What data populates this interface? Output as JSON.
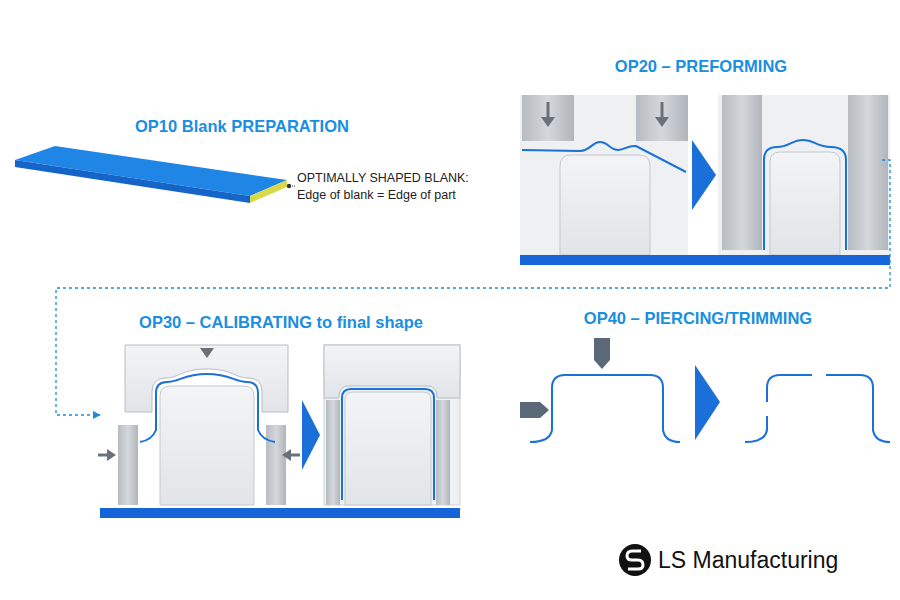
{
  "diagram": {
    "nodes": [
      {
        "text": [
          "OP10 Blank PREPARATION"
        ]
      },
      {
        "text": [
          "OP20 – PREFORMING"
        ]
      },
      {
        "text": [
          "OP30 – CALIBRATING to final shape"
        ]
      },
      {
        "text": [
          "OP40 – PIERCING/TRIMMING"
        ]
      }
    ],
    "edges": [
      {
        "from": 1,
        "to": 2,
        "arrow": "to"
      }
    ],
    "labels": [
      "OPTIMALLY SHAPED BLANK: Edge of blank = Edge of part",
      "LS Manufacturing"
    ]
  }
}
